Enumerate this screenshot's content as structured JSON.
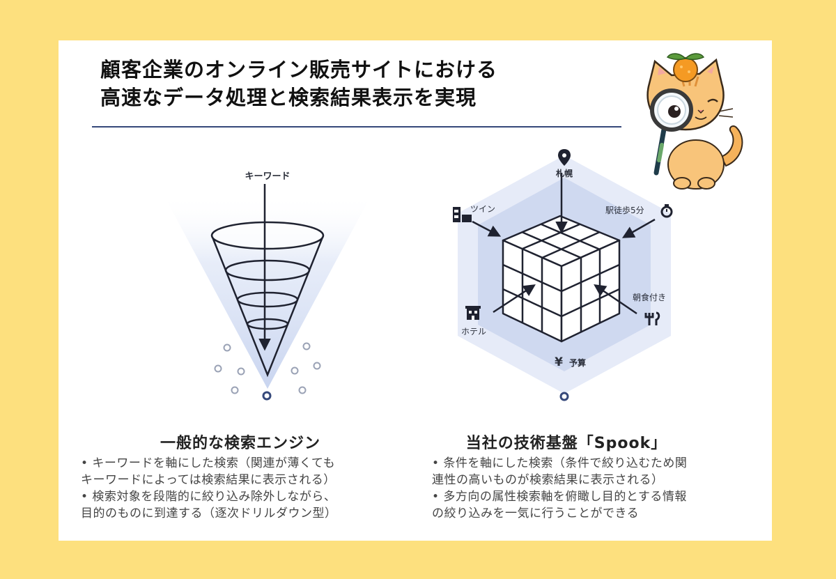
{
  "title": {
    "line1": "顧客企業のオンライン販売サイトにおける",
    "line2": "高速なデータ処理と検索結果表示を実現"
  },
  "left": {
    "keyword_label": "キーワード",
    "caption": "一般的な検索エンジン",
    "bullets": [
      "• キーワードを軸にした検索（関連が薄くても",
      "キーワードによっては検索結果に表示される）",
      "• 検索対象を段階的に絞り込み除外しながら、",
      "目的のものに到達する（逐次ドリルダウン型）"
    ]
  },
  "right": {
    "labels": {
      "sapporo": "札幌",
      "twin": "ツイン",
      "walk": "駅徒歩5分",
      "breakfast": "朝食付き",
      "hotel": "ホテル",
      "budget": "予算"
    },
    "caption": "当社の技術基盤「Spook」",
    "bullets": [
      "• 条件を軸にした検索（条件で絞り込むため関",
      "連性の高いものが検索結果に表示される）",
      "• 多方向の属性検索軸を俯瞰し目的とする情報",
      "の絞り込みを一気に行うことができる"
    ]
  },
  "colors": {
    "background": "#fde07e",
    "accent": "#35487a",
    "hex_outer": "#e6ebf8",
    "hex_inner": "#cfd9f0"
  },
  "icons": [
    "pin-icon",
    "bed-icon",
    "stopwatch-icon",
    "fork-knife-icon",
    "building-icon",
    "yen-icon",
    "magnifier-icon"
  ]
}
